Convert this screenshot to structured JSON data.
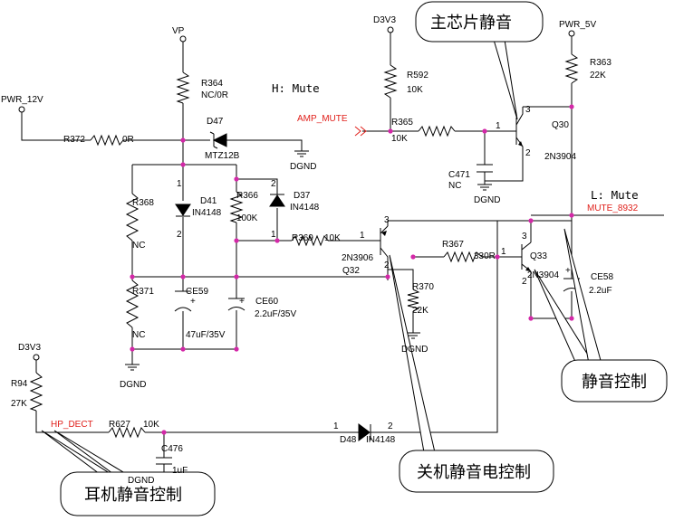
{
  "colors": {
    "wire": "#000000",
    "net_label": "#e0201b",
    "junction": "#d428a8",
    "background": "#ffffff"
  },
  "mode_labels": {
    "h_mute": "H: Mute",
    "l_mute": "L: Mute"
  },
  "callouts": {
    "main_chip_mute": "主芯片静音",
    "mute_control": "静音控制",
    "poweroff_mute_control": "关机静音电控制",
    "headphone_mute_control": "耳机静音控制"
  },
  "power_nets": {
    "vp": "VP",
    "d3v3_top": "D3V3",
    "pwr_5v": "PWR_5V",
    "pwr_12v": "PWR_12V",
    "d3v3_left": "D3V3"
  },
  "signal_nets": {
    "amp_mute": "AMP_MUTE",
    "mute_8932": "MUTE_8932",
    "hp_dect": "HP_DECT"
  },
  "grounds": {
    "g_d47": "DGND",
    "g_c471": "DGND",
    "g_r371": "DGND",
    "g_r370": "DGND",
    "g_c476": "DGND"
  },
  "components": {
    "r364": {
      "ref": "R364",
      "value": "NC/0R"
    },
    "r372": {
      "ref": "R372",
      "value": "0R"
    },
    "d47": {
      "ref": "D47",
      "value": "MTZ12B"
    },
    "r368": {
      "ref": "R368",
      "value": "NC"
    },
    "d41": {
      "ref": "D41",
      "value": "IN4148"
    },
    "r366": {
      "ref": "R366",
      "value": "100K"
    },
    "d37": {
      "ref": "D37",
      "value": "IN4148"
    },
    "r369": {
      "ref": "R369",
      "value": "10K"
    },
    "q32": {
      "ref": "Q32",
      "value": "2N3906"
    },
    "r371": {
      "ref": "R371",
      "value": "NC"
    },
    "ce59": {
      "ref": "CE59",
      "value": "47uF/35V"
    },
    "ce60": {
      "ref": "CE60",
      "value": "2.2uF/35V"
    },
    "r592": {
      "ref": "R592",
      "value": "10K"
    },
    "r365": {
      "ref": "R365",
      "value": "10K"
    },
    "c471": {
      "ref": "C471",
      "value": "NC"
    },
    "r363": {
      "ref": "R363",
      "value": "22K"
    },
    "q30": {
      "ref": "Q30",
      "value": "2N3904"
    },
    "r367": {
      "ref": "R367",
      "value": "330R"
    },
    "q33": {
      "ref": "Q33",
      "value": "2N3904"
    },
    "r370": {
      "ref": "R370",
      "value": "22K"
    },
    "ce58": {
      "ref": "CE58",
      "value": "2.2uF"
    },
    "r94": {
      "ref": "R94",
      "value": "27K"
    },
    "r627": {
      "ref": "R627",
      "value": "10K"
    },
    "c476": {
      "ref": "C476",
      "value": "1uF"
    },
    "d48": {
      "ref": "D48",
      "value": "IN4148"
    }
  },
  "pin_numbers": {
    "q30_b": "1",
    "q30_c": "3",
    "q30_e": "2",
    "q32_b": "1",
    "q32_e": "3",
    "q32_c": "2",
    "q33_b": "1",
    "q33_c": "3",
    "q33_e": "2",
    "d41_a": "1",
    "d41_k": "2",
    "d37_a": "1",
    "d37_k": "2",
    "d48_a": "1",
    "d48_k": "2",
    "ce58_p": "+",
    "ce59_p": "+",
    "ce60_p": "+"
  }
}
